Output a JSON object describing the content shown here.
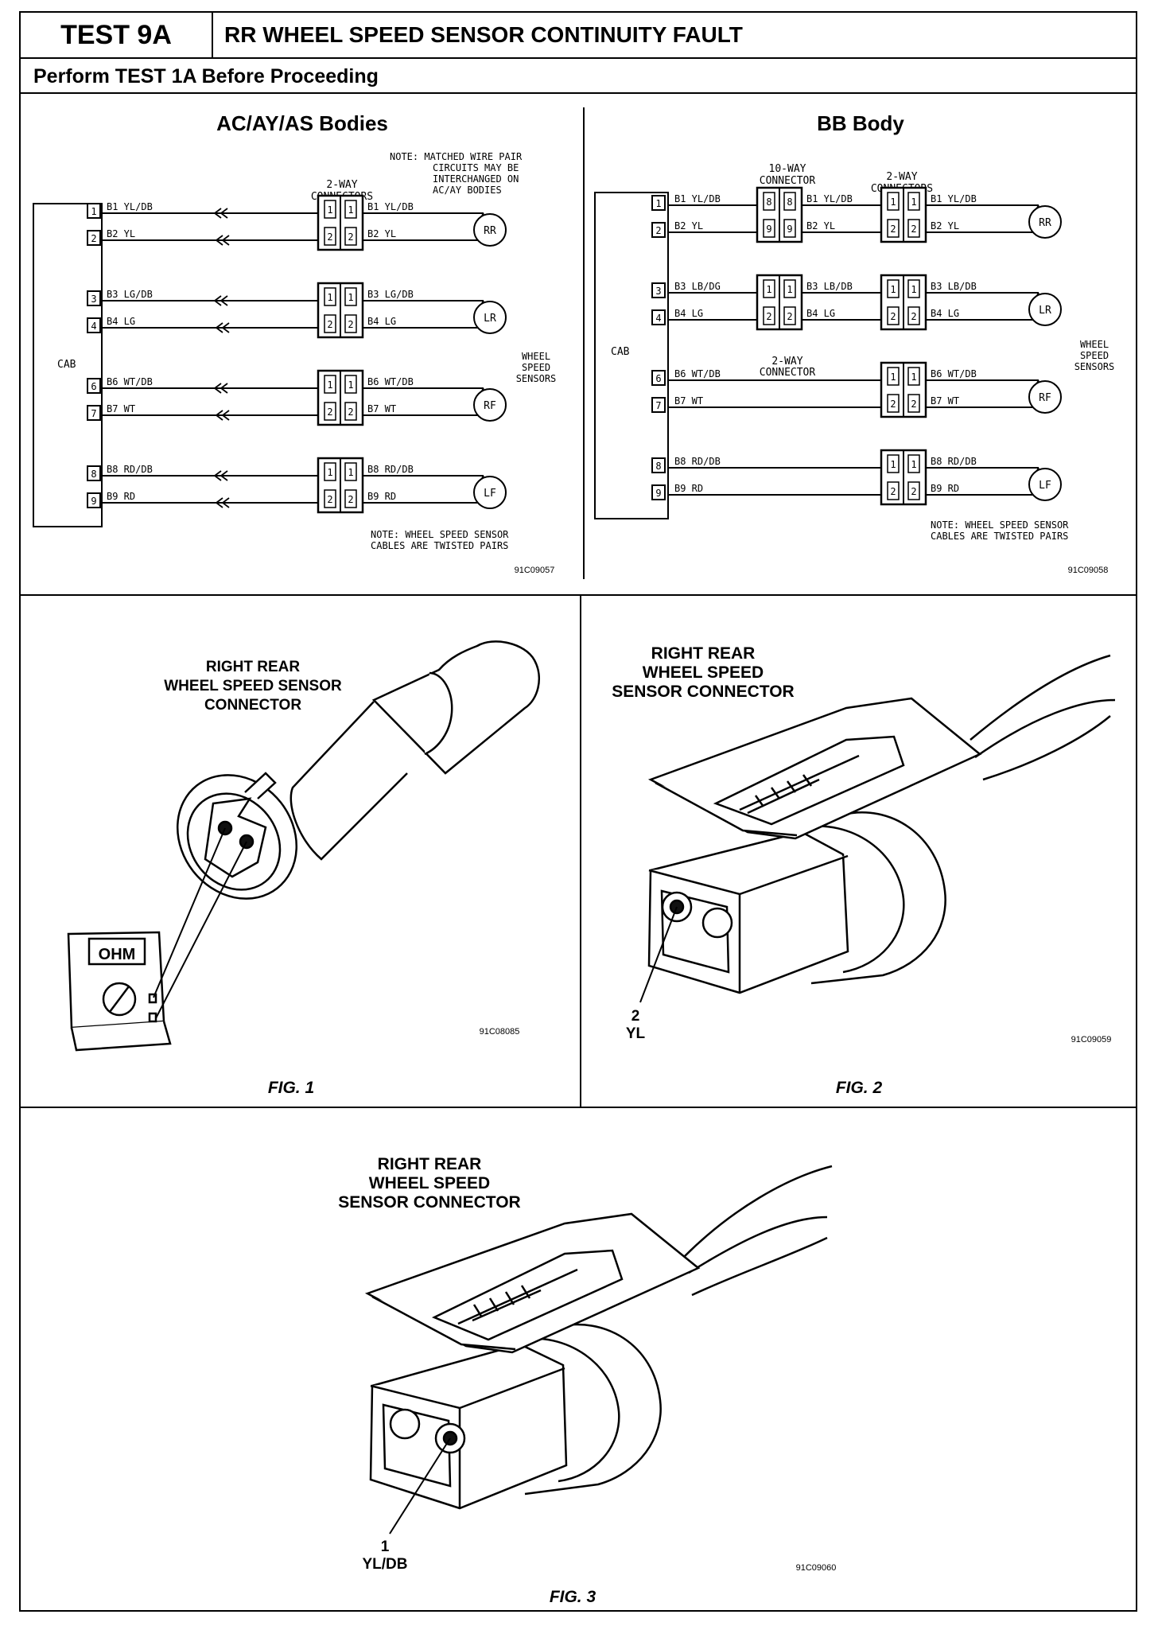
{
  "header": {
    "test_id": "TEST 9A",
    "title": "RR WHEEL SPEED SENSOR CONTINUITY FAULT",
    "subtitle": "Perform TEST 1A Before Proceeding"
  },
  "left_diagram": {
    "title": "AC/AY/AS Bodies",
    "module_label": "CAB",
    "connector_label": [
      "2-WAY",
      "CONNECTORS"
    ],
    "note_top": [
      "NOTE: MATCHED WIRE PAIR",
      "CIRCUITS MAY BE",
      "INTERCHANGED ON",
      "AC/AY BODIES"
    ],
    "sensors_label": [
      "WHEEL",
      "SPEED",
      "SENSORS"
    ],
    "note_bottom": [
      "NOTE: WHEEL SPEED SENSOR",
      "CABLES ARE TWISTED PAIRS"
    ],
    "figure_id": "91C09057",
    "pins": [
      "1",
      "2",
      "3",
      "4",
      "6",
      "7",
      "8",
      "9"
    ],
    "wires": [
      "B1 YL/DB",
      "B2 YL",
      "B3 LG/DB",
      "B4 LG",
      "B6 WT/DB",
      "B7 WT",
      "B8 RD/DB",
      "B9 RD"
    ],
    "sensors": [
      "RR",
      "LR",
      "RF",
      "LF"
    ]
  },
  "right_diagram": {
    "title": "BB Body",
    "module_label": "CAB",
    "ten_way_label": [
      "10-WAY",
      "CONNECTOR"
    ],
    "two_way_label": [
      "2-WAY",
      "CONNECTORS"
    ],
    "two_way_bottom_label": [
      "2-WAY",
      "CONNECTOR"
    ],
    "sensors_label": [
      "WHEEL",
      "SPEED",
      "SENSORS"
    ],
    "note_bottom": [
      "NOTE: WHEEL SPEED SENSOR",
      "CABLES ARE TWISTED PAIRS"
    ],
    "figure_id": "91C09058",
    "pins": [
      "1",
      "2",
      "3",
      "4",
      "6",
      "7",
      "8",
      "9"
    ],
    "wires_left": [
      "B1 YL/DB",
      "B2 YL",
      "B3 LB/DG",
      "B4 LG",
      "B6 WT/DB",
      "B7 WT",
      "B8 RD/DB",
      "B9 RD"
    ],
    "wires_mid": [
      "B1 YL/DB",
      "B2 YL",
      "B3 LB/DB",
      "B4 LG"
    ],
    "wires_right": [
      "B1 YL/DB",
      "B2 YL",
      "B3 LB/DB",
      "B4 LG",
      "B6 WT/DB",
      "B7 WT",
      "B8 RD/DB",
      "B9 RD"
    ],
    "ten_way_pins": [
      "8",
      "8",
      "9",
      "9"
    ],
    "sensors": [
      "RR",
      "LR",
      "RF",
      "LF"
    ]
  },
  "fig1": {
    "label": [
      "RIGHT REAR",
      "WHEEL SPEED SENSOR",
      "CONNECTOR"
    ],
    "meter_display": "OHM",
    "figure_id": "91C08085",
    "caption": "FIG. 1"
  },
  "fig2": {
    "label": [
      "RIGHT REAR",
      "WHEEL SPEED",
      "SENSOR CONNECTOR"
    ],
    "pin_number": "2",
    "pin_color": "YL",
    "figure_id": "91C09059",
    "caption": "FIG. 2"
  },
  "fig3": {
    "label": [
      "RIGHT REAR",
      "WHEEL SPEED",
      "SENSOR CONNECTOR"
    ],
    "pin_number": "1",
    "pin_color": "YL/DB",
    "figure_id": "91C09060",
    "caption": "FIG. 3"
  }
}
